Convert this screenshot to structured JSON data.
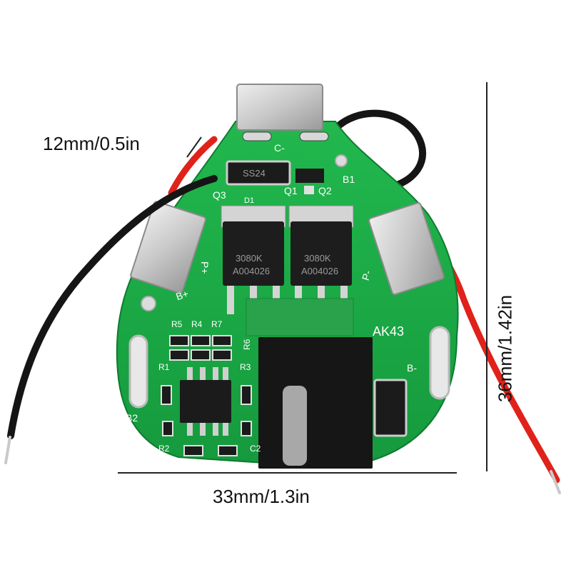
{
  "dimensions": {
    "thickness": "12mm/0.5in",
    "width": "33mm/1.3in",
    "height": "36mm/1.42in"
  },
  "board": {
    "model": "AK43",
    "mosfet_part": "3080K",
    "mosfet_lot": "A004026",
    "diode_marking": "SS24",
    "silkscreen": {
      "c_minus": "C-",
      "b1": "B1",
      "b2": "B2",
      "b_minus": "B-",
      "p_plus": "P+",
      "p_minus": "P-",
      "b_plus": "B+",
      "q1": "Q1",
      "q2": "Q2",
      "q3": "Q3",
      "d1": "D1",
      "r1": "R1",
      "r2": "R2",
      "r3": "R3",
      "r4": "R4",
      "r5": "R5",
      "r6": "R6",
      "r7": "R7",
      "c2": "C2"
    }
  },
  "colors": {
    "pcb_green": "#1fb04a",
    "wire_red": "#e0221a",
    "wire_black": "#151515",
    "tab_metal": "#cfcfcf",
    "background": "#ffffff"
  }
}
